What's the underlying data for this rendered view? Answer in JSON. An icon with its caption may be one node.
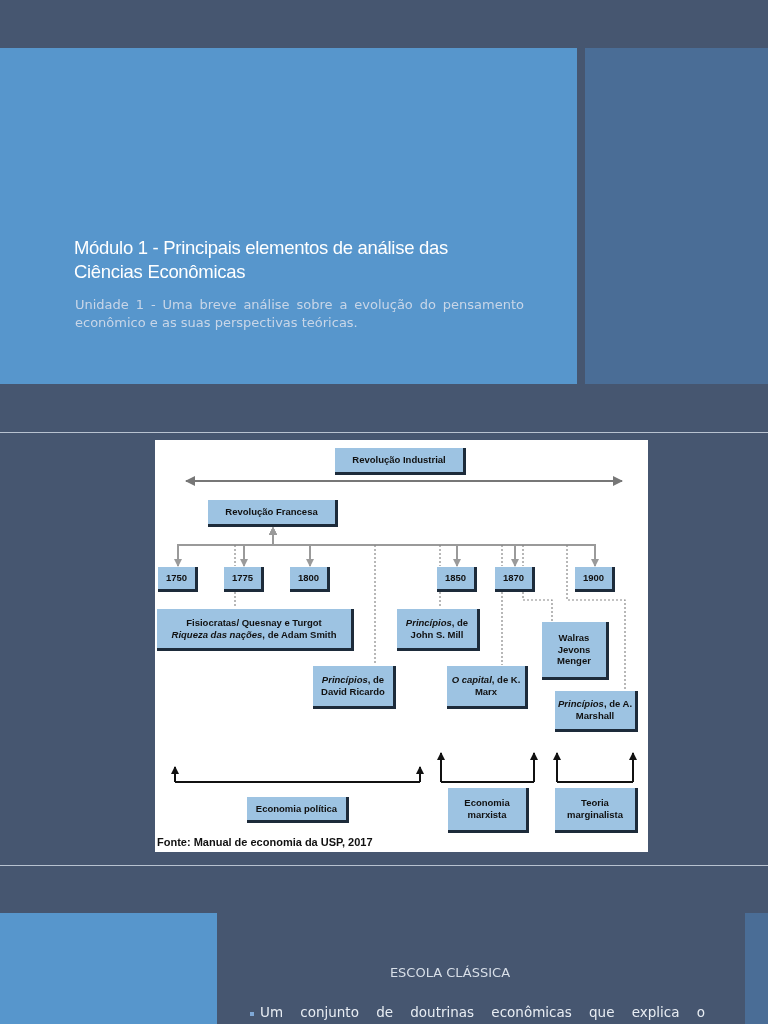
{
  "diagram": {
    "title": "Módulo 1 - Principais elementos de análise das Ciências Econômicas",
    "nodes": [
      {
        "text": [
          "Revolução Industrial"
        ]
      },
      {
        "text": [
          "Revolução Francesa"
        ]
      },
      {
        "text": [
          "1750"
        ]
      },
      {
        "text": [
          "1775"
        ]
      },
      {
        "text": [
          "1800"
        ]
      },
      {
        "text": [
          "1850"
        ]
      },
      {
        "text": [
          "1870"
        ]
      },
      {
        "text": [
          "1900"
        ]
      },
      {
        "text": [
          "Fisiocratas/ Quesnay e Turgot",
          "*Riqueza das nações*, de Adam Smith"
        ]
      },
      {
        "text": [
          "*Princípios*, de David Ricardo"
        ]
      },
      {
        "text": [
          "*Princípios*, de John S. Mill"
        ]
      },
      {
        "text": [
          "*O capital*, de K. Marx"
        ]
      },
      {
        "text": [
          "Walras Jevons Menger"
        ]
      },
      {
        "text": [
          "*Princípios*, de A. Marshall"
        ]
      },
      {
        "text": [
          "Economia política"
        ]
      },
      {
        "text": [
          "Economia marxista"
        ]
      },
      {
        "text": [
          "Teoria marginalista"
        ]
      }
    ],
    "edges": [
      {
        "from": 1,
        "to": 2,
        "arrow": "both"
      },
      {
        "from": 1,
        "to": 3,
        "arrow": "both"
      },
      {
        "from": 1,
        "to": 4,
        "arrow": "both"
      },
      {
        "from": 1,
        "to": 5,
        "arrow": "both"
      },
      {
        "from": 1,
        "to": 6,
        "arrow": "both"
      },
      {
        "from": 1,
        "to": 7,
        "arrow": "both"
      },
      {
        "from": 3,
        "to": 8,
        "arrow": "none",
        "style": "dashed"
      },
      {
        "from": null,
        "to": 9,
        "arrow": "none",
        "style": "dashed"
      },
      {
        "from": 5,
        "to": 10,
        "arrow": "none",
        "style": "dashed"
      },
      {
        "from": 6,
        "to": 11,
        "arrow": "none",
        "style": "dashed"
      },
      {
        "from": 6,
        "to": 12,
        "arrow": "none",
        "style": "dashed"
      },
      {
        "from": 7,
        "to": 13,
        "arrow": "none",
        "style": "dashed"
      }
    ],
    "labels": [
      "Unidade 1 - Uma breve análise sobre a evolução do pensamento econômico e as suas perspectivas teóricas.",
      "Fonte: Manual de economia da USP, 2017",
      "ESCOLA CLÁSSICA",
      "Um conjunto de doutrinas econômicas que explica o"
    ]
  }
}
